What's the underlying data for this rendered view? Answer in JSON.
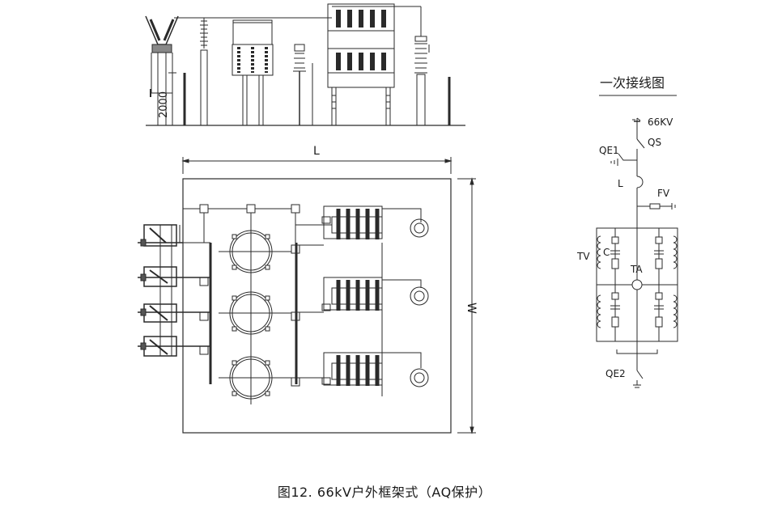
{
  "elevation": {
    "height_dim": "2000"
  },
  "plan": {
    "length_label": "L",
    "width_label": "W"
  },
  "schematic": {
    "title": "一次接线图",
    "voltage": "66KV",
    "labels": {
      "qs": "QS",
      "qe1": "QE1",
      "l": "L",
      "fv": "FV",
      "tv": "TV",
      "c": "C",
      "ta": "TA",
      "qe2": "QE2"
    }
  },
  "caption": "图12. 66kV户外框架式（AQ保护）"
}
